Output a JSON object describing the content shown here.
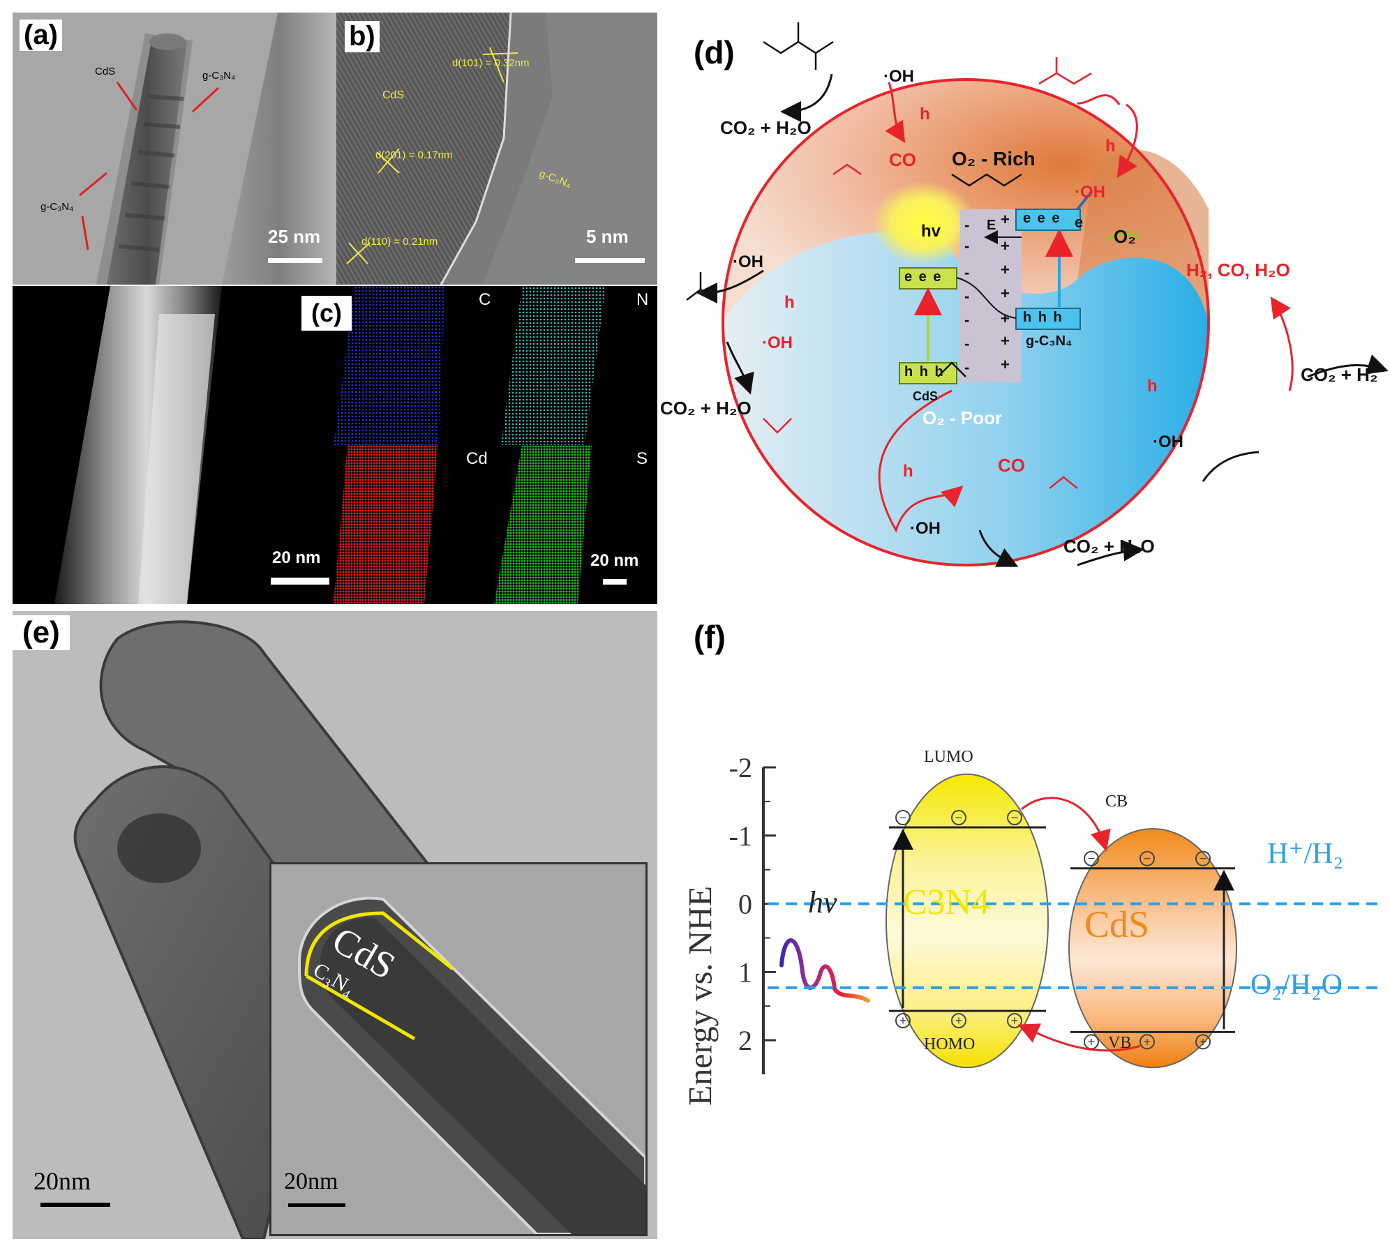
{
  "panels": {
    "a": {
      "label": "(a)",
      "cds": "CdS",
      "gcn_top": "g-C₃N₄",
      "gcn_left": "g-C₃N₄",
      "scale": "25 nm"
    },
    "b": {
      "label": "b)",
      "d101": "d(101) = 0.32nm",
      "d201": "d(201) = 0.17nm",
      "d110": "d(110) = 0.21nm",
      "cds": "CdS",
      "gcn": "g-C₃N₄",
      "scale": "5 nm"
    },
    "c": {
      "label": "(c)",
      "el_c": "C",
      "el_n": "N",
      "el_cd": "Cd",
      "el_s": "S",
      "scale_left": "20 nm",
      "scale_right": "20 nm"
    },
    "d": {
      "label": "(d)",
      "o2_rich": "O₂ - Rich",
      "o2_poor": "O₂ - Poor",
      "hv": "hv",
      "E": "E",
      "o2": "O₂",
      "oh": "·OH",
      "h": "h",
      "co": "CO",
      "co2_h2o": "CO₂ + H₂O",
      "co2_h2": "CO₂ + H₂",
      "h2_co_h2o": "H₂, CO, H₂O",
      "cds": "CdS",
      "gcn": "g-C₃N₄",
      "eee": "e e e",
      "hhh": "h h h",
      "e": "e"
    },
    "e": {
      "label": "(e)",
      "cds": "CdS",
      "c3n4": "C₃N₄",
      "scale_main": "20nm",
      "scale_inset": "20nm"
    },
    "f": {
      "label": "(f)",
      "ylabel": "Energy vs. NHE",
      "yticks": [
        "-2",
        "-1",
        "0",
        "1",
        "2"
      ],
      "lumo": "LUMO",
      "homo": "HOMO",
      "cb": "CB",
      "vb": "VB",
      "c3n4": "C3N4",
      "cds": "CdS",
      "hv": "hν",
      "h_ref": "H⁺/H₂",
      "o_ref": "O₂/H₂O"
    }
  },
  "chart_data": {
    "type": "band-diagram",
    "ylabel": "Energy vs. NHE",
    "ylim": [
      -2,
      2.5
    ],
    "yticks": [
      -2,
      -1,
      0,
      1,
      2
    ],
    "reference_levels": [
      {
        "name": "H⁺/H₂",
        "value": 0
      },
      {
        "name": "O₂/H₂O",
        "value": 1.23
      }
    ],
    "materials": [
      {
        "name": "C3N4",
        "lumo": -1.12,
        "homo": 1.57
      },
      {
        "name": "CdS",
        "cb": -0.52,
        "vb": 1.88
      }
    ]
  }
}
